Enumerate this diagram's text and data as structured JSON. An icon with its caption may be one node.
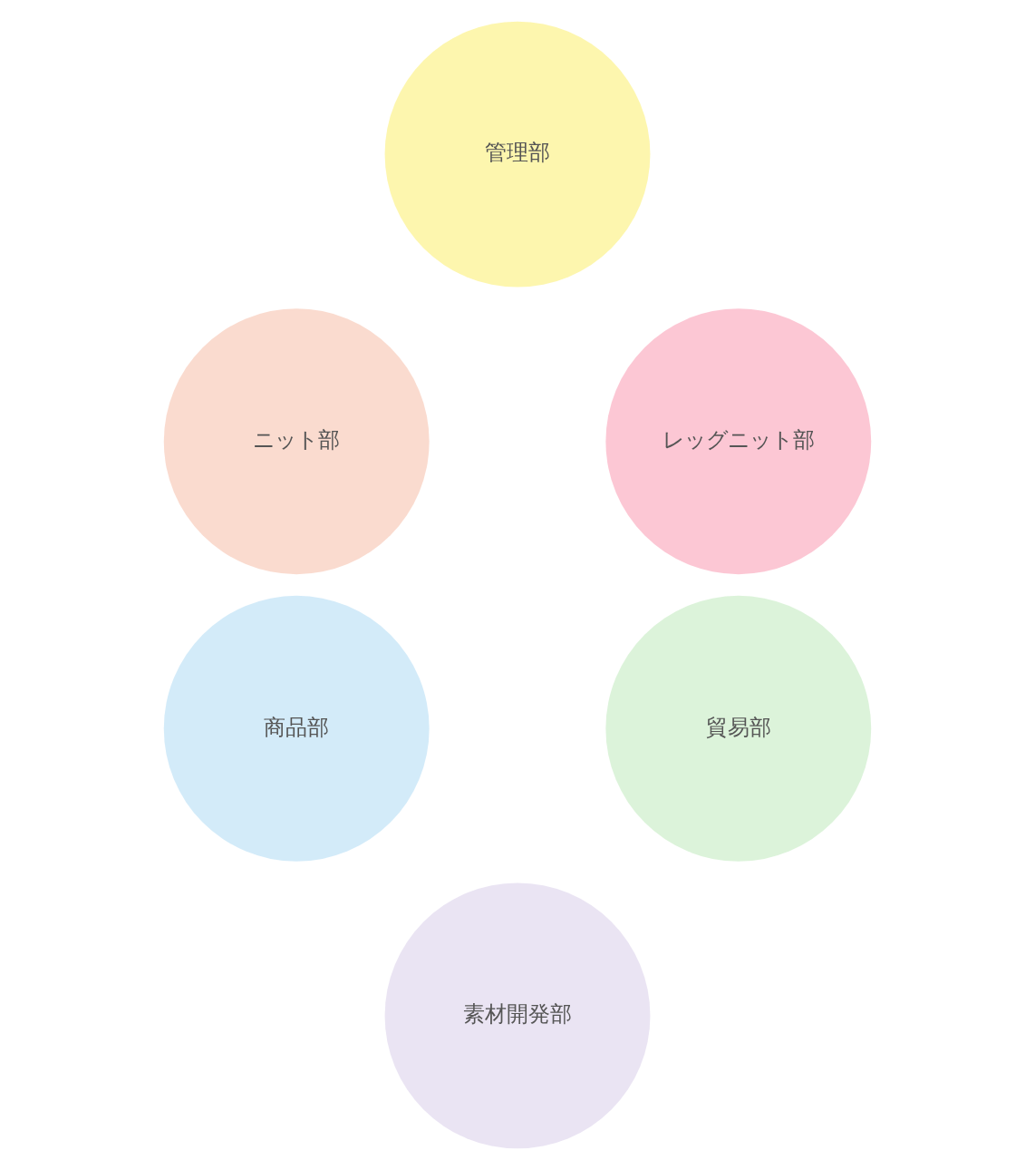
{
  "diagram": {
    "nodes": [
      {
        "text": [
          "管理部"
        ]
      },
      {
        "text": [
          "ニット部"
        ]
      },
      {
        "text": [
          "レッグニット部"
        ]
      },
      {
        "text": [
          "商品部"
        ]
      },
      {
        "text": [
          "貿易部"
        ]
      },
      {
        "text": [
          "素材開発部"
        ]
      }
    ],
    "edges": []
  }
}
